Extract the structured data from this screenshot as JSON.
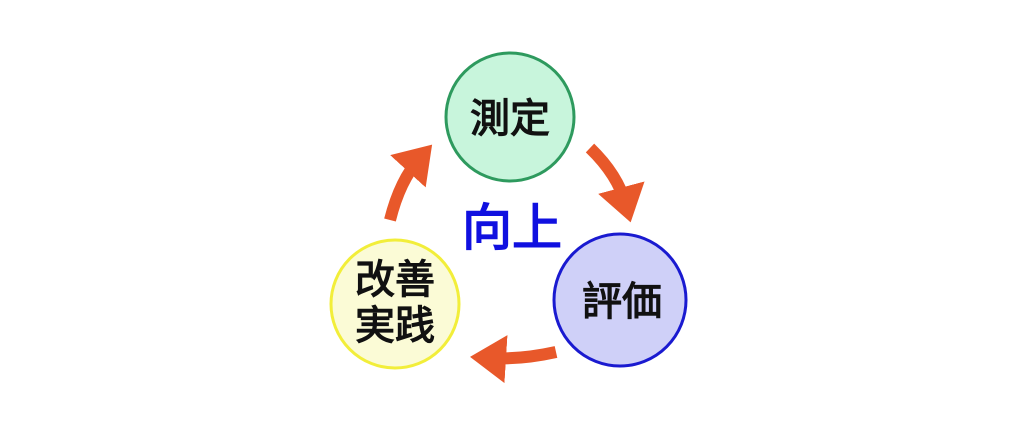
{
  "diagram": {
    "center_label": "向上",
    "nodes": [
      {
        "id": "measure",
        "label": "測定",
        "fill": "#c8f5dc",
        "stroke": "#2e9a5e"
      },
      {
        "id": "evaluate",
        "label": "評価",
        "fill": "#cfd0f8",
        "stroke": "#1a1ad0"
      },
      {
        "id": "improve",
        "lines": [
          "改善",
          "実践"
        ],
        "fill": "#fbfbd6",
        "stroke": "#f2ee3a"
      }
    ],
    "arrow_color": "#e8582a",
    "center_color": "#1010e0"
  }
}
